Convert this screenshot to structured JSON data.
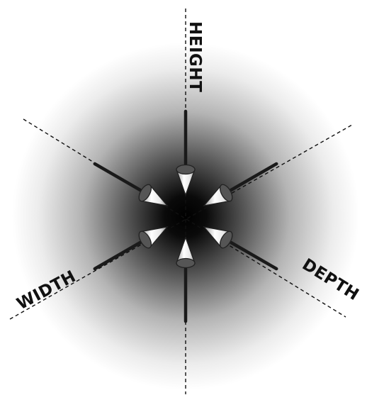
{
  "labels": {
    "height": "HEIGHT",
    "width": "WIDTH",
    "depth": "DEPTH"
  },
  "colors": {
    "center_glow": "#000000",
    "background": "#ffffff",
    "line": "#111111"
  }
}
